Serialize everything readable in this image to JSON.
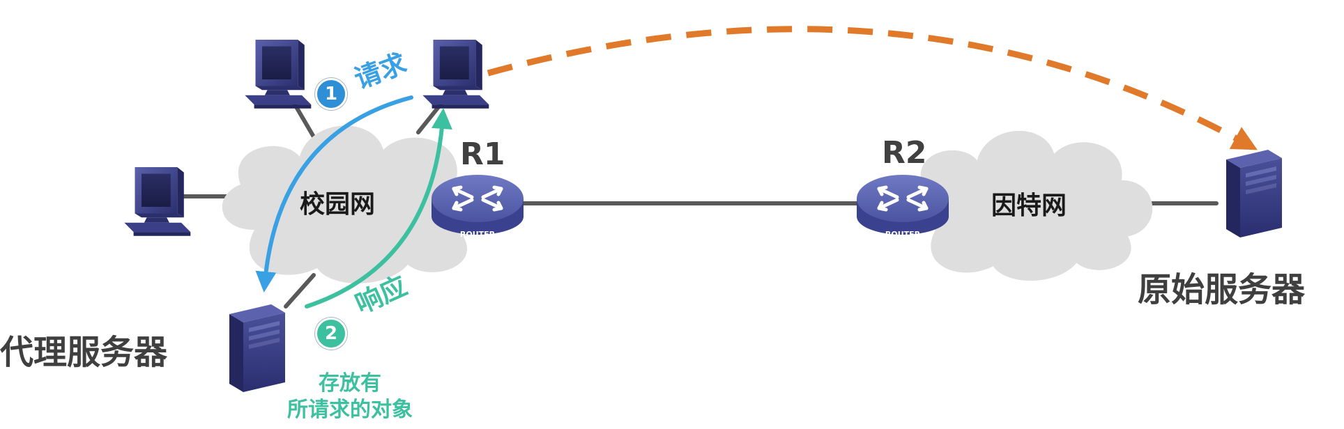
{
  "labels": {
    "router1": "R1",
    "router2": "R2",
    "campus_network": "校园网",
    "internet": "因特网",
    "proxy_server": "代理服务器",
    "origin_server": "原始服务器",
    "request": "请求",
    "response": "响应",
    "stored_note_line1": "存放有",
    "stored_note_line2": "所请求的对象",
    "router_tag": "ROUTER"
  },
  "steps": {
    "step1": "1",
    "step2": "2"
  },
  "colors": {
    "request_arrow": "#3aa0e4",
    "response_arrow": "#3cc0a0",
    "original_request_arrow": "#e07a2a",
    "links": "#595959",
    "cloud": "#dfdfdf",
    "device": "#3a3f88"
  },
  "icons": {
    "pc": "desktop-computer-icon",
    "router": "router-icon",
    "server": "tower-server-icon",
    "cloud": "cloud-icon"
  }
}
